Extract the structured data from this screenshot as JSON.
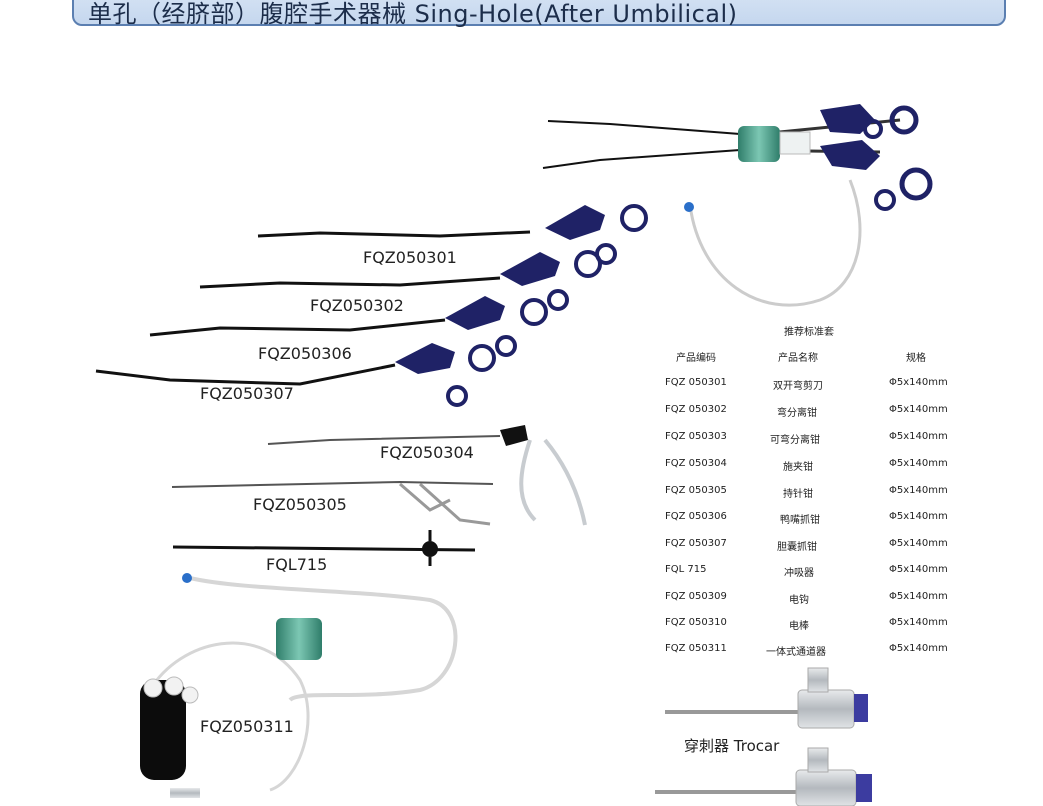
{
  "header": {
    "title": "单孔（经脐部）腹腔手术器械 Sing-Hole(After Umbilical)"
  },
  "instruments": [
    {
      "code": "FQZ050301"
    },
    {
      "code": "FQZ050302"
    },
    {
      "code": "FQZ050306"
    },
    {
      "code": "FQZ050307"
    },
    {
      "code": "FQZ050304"
    },
    {
      "code": "FQZ050305"
    },
    {
      "code": "FQL715"
    },
    {
      "code": "FQZ050311"
    }
  ],
  "table": {
    "title": "推荐标准套",
    "headers": {
      "code": "产品编码",
      "name": "产品名称",
      "spec": "规格"
    },
    "rows": [
      {
        "code": "FQZ 050301",
        "name": "双开弯剪刀",
        "spec": "Φ5x140mm"
      },
      {
        "code": "FQZ 050302",
        "name": "弯分离钳",
        "spec": "Φ5x140mm"
      },
      {
        "code": "FQZ 050303",
        "name": "可弯分离钳",
        "spec": "Φ5x140mm"
      },
      {
        "code": "FQZ 050304",
        "name": "施夹钳",
        "spec": "Φ5x140mm"
      },
      {
        "code": "FQZ 050305",
        "name": "持针钳",
        "spec": "Φ5x140mm"
      },
      {
        "code": "FQZ 050306",
        "name": "鸭嘴抓钳",
        "spec": "Φ5x140mm"
      },
      {
        "code": "FQZ 050307",
        "name": "胆囊抓钳",
        "spec": "Φ5x140mm"
      },
      {
        "code": "FQL 715",
        "name": "冲吸器",
        "spec": "Φ5x140mm"
      },
      {
        "code": "FQZ 050309",
        "name": "电钩",
        "spec": "Φ5x140mm"
      },
      {
        "code": "FQZ 050310",
        "name": "电棒",
        "spec": "Φ5x140mm"
      },
      {
        "code": "FQZ 050311",
        "name": "一体式通道器",
        "spec": "Φ5x140mm"
      }
    ]
  },
  "trocar": {
    "label": "穿刺器 Trocar"
  },
  "colors": {
    "header_bg": "#c9daef",
    "header_border": "#5b7fb1",
    "handle_navy": "#1f2266",
    "shaft_black": "#111111",
    "port_teal": "#4a9a86",
    "steel": "#bfc4c9"
  }
}
